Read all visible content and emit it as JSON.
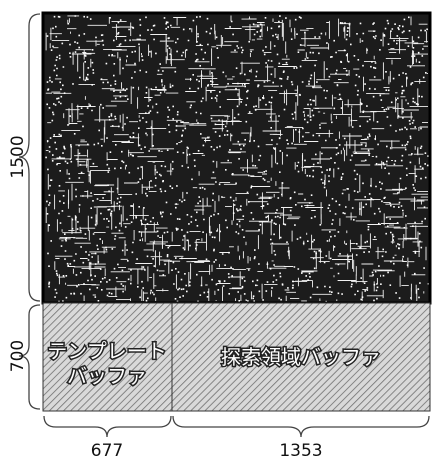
{
  "diagram": {
    "dimensions": {
      "image_height": "1500",
      "buffer_height": "700",
      "template_width": "677",
      "search_width": "1353"
    },
    "regions": {
      "template_line1": "テンプレート",
      "template_line2": "バッファ",
      "search_buffer": "探索領域バッファ"
    }
  }
}
